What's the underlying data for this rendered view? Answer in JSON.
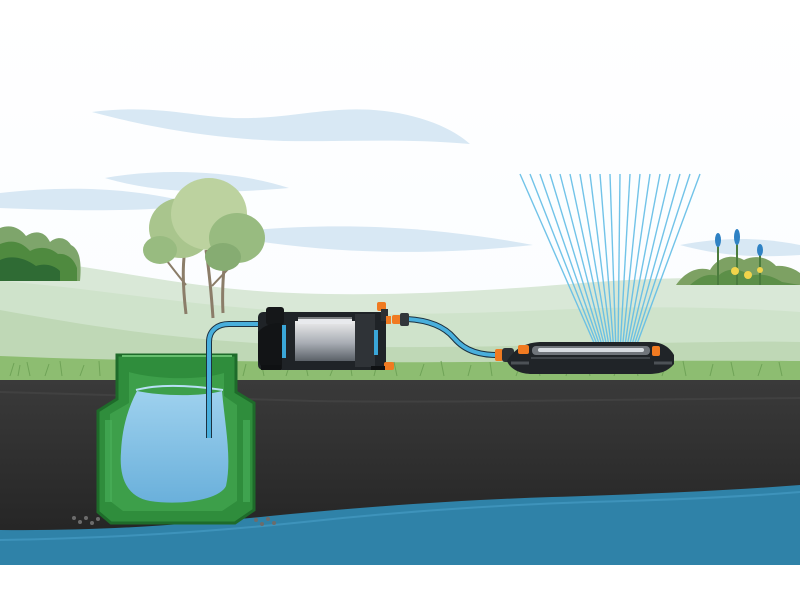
{
  "illustration": {
    "elements": [
      "sky",
      "clouds",
      "hills",
      "trees",
      "bushes",
      "flowers",
      "grass",
      "soil-layer",
      "groundwater",
      "rainwater-tank",
      "suction-hose",
      "garden-pump",
      "delivery-hose",
      "oscillating-sprinkler",
      "water-spray"
    ]
  },
  "colors": {
    "sky": "#ffffff",
    "cloud": "#d7e8f3",
    "hill_light": "#d8e8d4",
    "hill_mid": "#bfd9b5",
    "grass": "#8fbe73",
    "soil_dark": "#2f2f2f",
    "soil_mid": "#4a4a4a",
    "groundwater": "#2f82a8",
    "tank_green": "#2f8d3c",
    "tank_water": "#8ec7e8",
    "pump_black": "#202326",
    "hose_blue": "#3da8d7",
    "spray_blue": "#63bfe6",
    "accent_orange": "#f07a21"
  }
}
